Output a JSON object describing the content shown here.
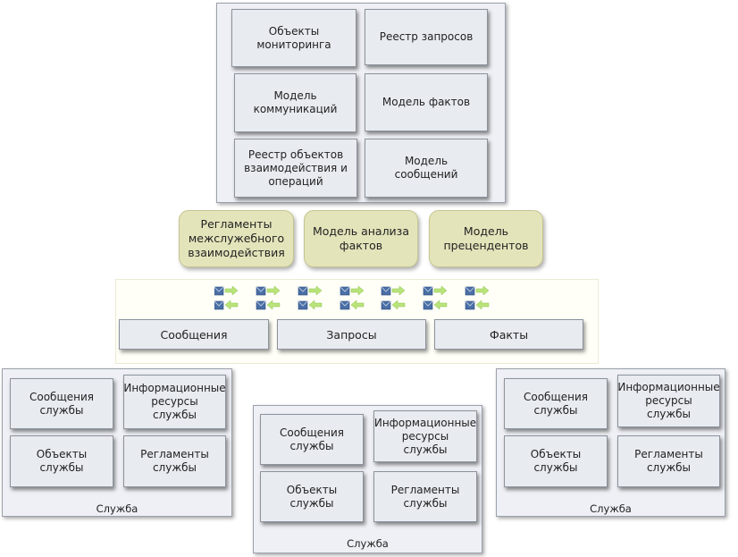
{
  "top_panel": {
    "cells": [
      "Объекты\nмониторинга",
      "Реестр запросов",
      "Модель\nкоммуникаций",
      "Модель фактов",
      "Реестр объектов\nвзаимодействия и\nопераций",
      "Модель\nсообщений"
    ]
  },
  "models": [
    "Регламенты\nмежслужебного\nвзаимодействия",
    "Модель анализа\nфактов",
    "Модель\nпрецендентов"
  ],
  "bus": {
    "labels": [
      "Сообщения",
      "Запросы",
      "Факты"
    ]
  },
  "services": [
    {
      "caption": "Служба",
      "cells": [
        "Сообщения\nслужбы",
        "Информационные\nресурсы\nслужбы",
        "Объекты\nслужбы",
        "Регламенты\nслужбы"
      ]
    },
    {
      "caption": "Служба",
      "cells": [
        "Сообщения\nслужбы",
        "Информационные\nресурсы\nслужбы",
        "Объекты\nслужбы",
        "Регламенты\nслужбы"
      ]
    },
    {
      "caption": "Служба",
      "cells": [
        "Сообщения\nслужбы",
        "Информационные\nресурсы\nслужбы",
        "Объекты\nслужбы",
        "Регламенты\nслужбы"
      ]
    }
  ],
  "colors": {
    "message_icon": "#4a6fa5",
    "arrow": "#b9e47a",
    "model_fill": "#e4e4bb"
  }
}
